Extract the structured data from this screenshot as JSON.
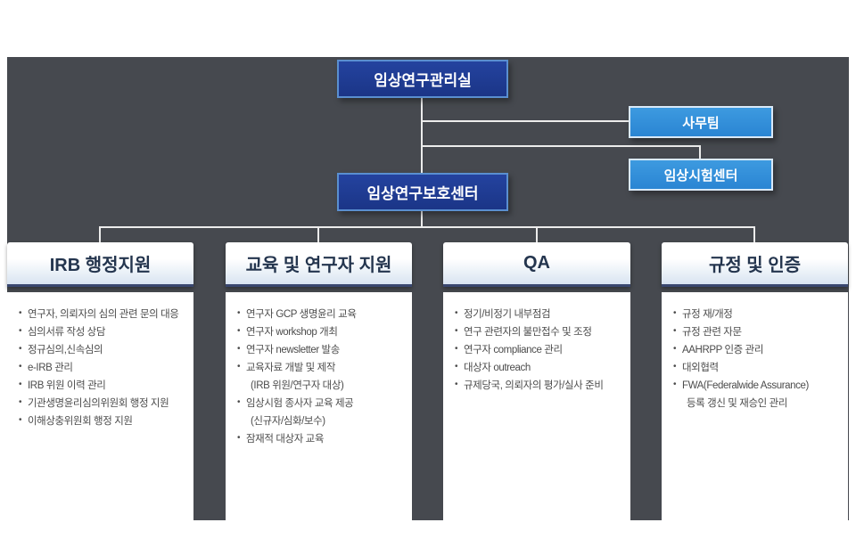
{
  "colors": {
    "panel_background": "#46494f",
    "navy_node": "#1e3a90",
    "navy_node_border": "#5a8fd0",
    "blue_node": "#2f8fdc",
    "blue_node_border": "#d9e9f8",
    "header_underline": "#39476f",
    "connector": "#ececec"
  },
  "org": {
    "root": "임상연구관리실",
    "office_team": "사무팀",
    "trial_center": "임상시험센터",
    "protection_center": "임상연구보호센터"
  },
  "columns": [
    {
      "title": "IRB 행정지원",
      "items": [
        "연구자, 의뢰자의 심의 관련 문의 대응",
        "심의서류 작성 상담",
        "정규심의,신속심의",
        "e-IRB 관리",
        "IRB 위원 이력 관리",
        "기관생명윤리심의위원회 행정 지원",
        "이해상충위원회 행정 지원"
      ]
    },
    {
      "title": "교육 및 연구자 지원",
      "items": [
        "연구자 GCP 생명윤리 교육",
        "연구자 workshop 개최",
        "연구자 newsletter 발송",
        "교육자료 개발 및 제작",
        "(IRB 위원/연구자 대상)",
        "임상시험 종사자 교육 제공",
        "(신규자/심화/보수)",
        "잠재적 대상자 교육"
      ]
    },
    {
      "title": "QA",
      "items": [
        "정기/비정기 내부점검",
        "연구 관련자의 불만접수 및 조정",
        "연구자 compliance 관리",
        "대상자 outreach",
        "규제당국, 의뢰자의 평가/실사 준비"
      ]
    },
    {
      "title": "규정 및 인증",
      "items": [
        "규정 재/개정",
        "규정 관련 자문",
        "AAHRPP 인증 관리",
        "대외협력",
        "FWA(Federalwide Assurance)",
        "등록 갱신 및 재승인 관리"
      ]
    }
  ]
}
